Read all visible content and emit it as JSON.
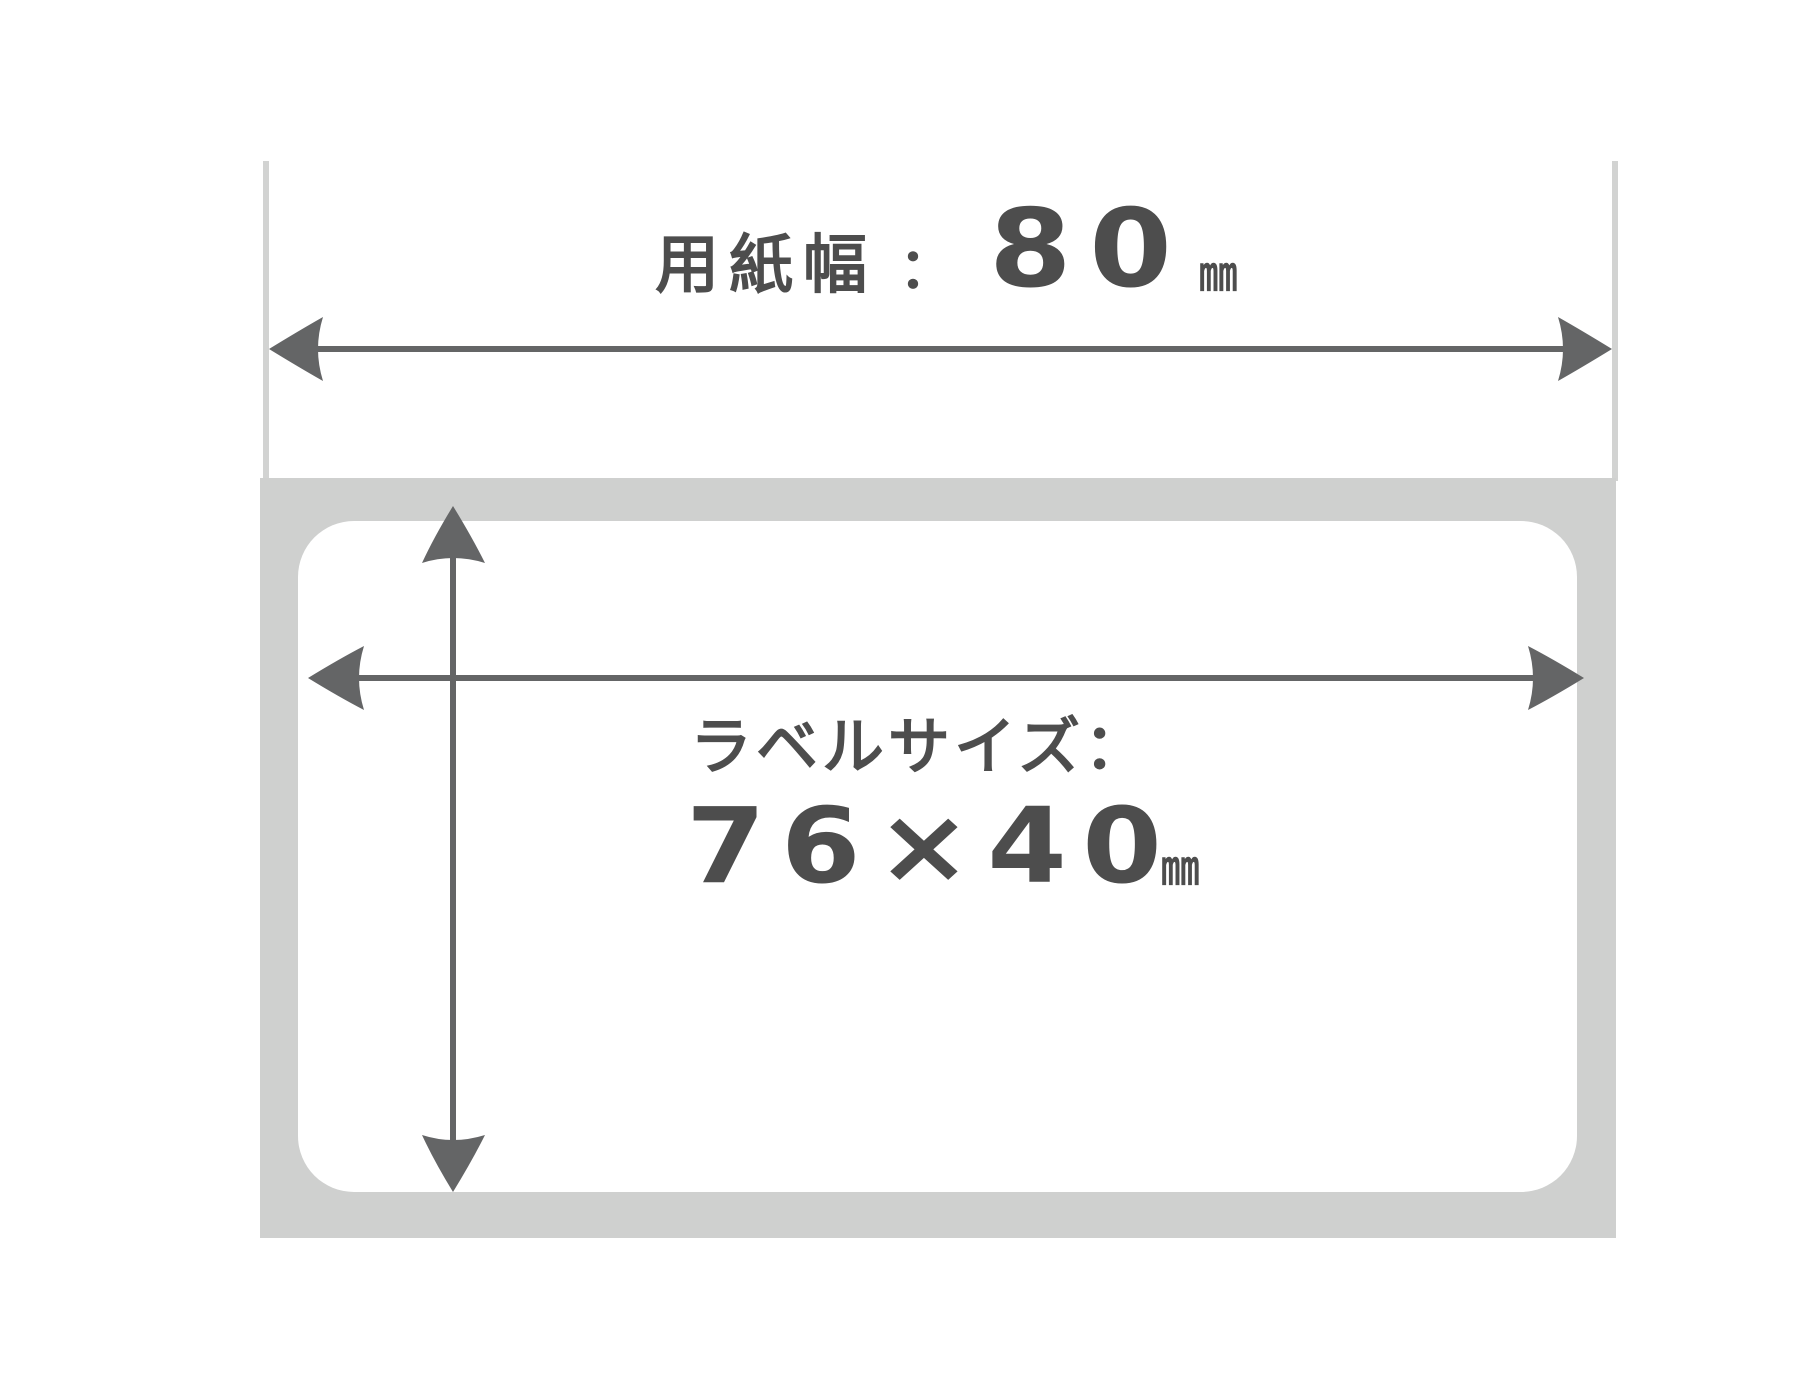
{
  "paper_width": {
    "label": "用紙幅",
    "separator": "：",
    "value": "80",
    "unit": "㎜"
  },
  "label_size": {
    "label": "ラベルサイズ：",
    "value": "76×40",
    "unit": "㎜"
  },
  "colors": {
    "text": "#4d4d4d",
    "arrow": "#646566",
    "backing_paper": "#cfd0cf",
    "guide_line": "#d2d3d2",
    "label": "#ffffff"
  }
}
